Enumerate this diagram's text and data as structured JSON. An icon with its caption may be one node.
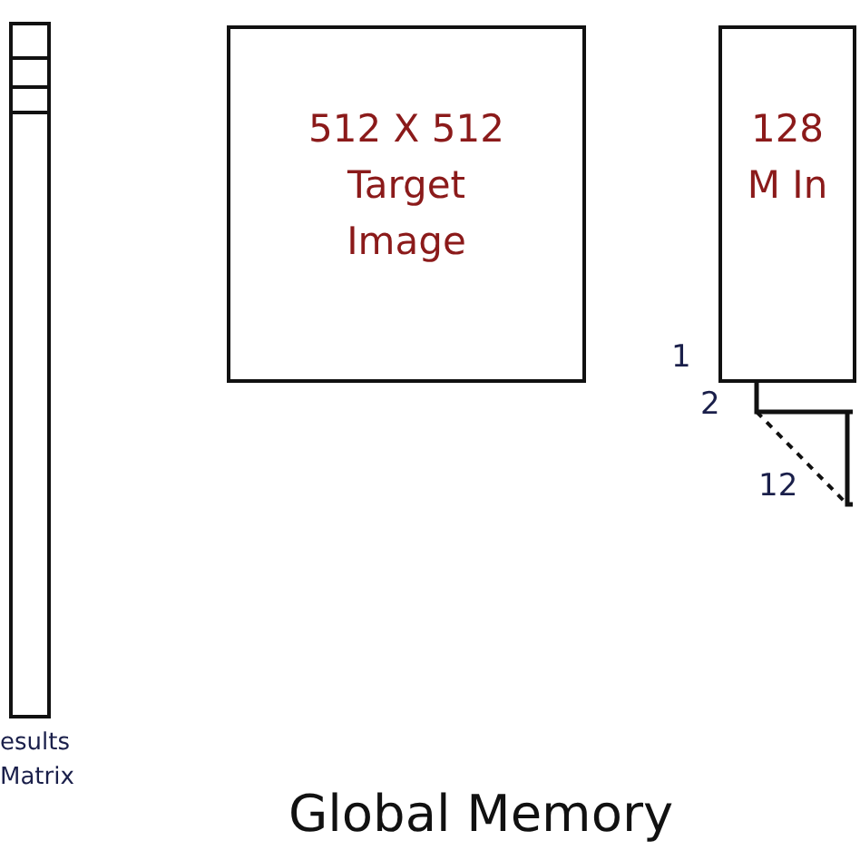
{
  "diagram": {
    "nodes": [
      {
        "text": [
          "esults Matrix"
        ]
      },
      {
        "text": [
          "512 X 512 Target Image"
        ]
      },
      {
        "text": [
          "128 M In"
        ]
      }
    ],
    "edges": [],
    "labels": [
      "1",
      "2",
      "12",
      "Global Memory"
    ]
  }
}
